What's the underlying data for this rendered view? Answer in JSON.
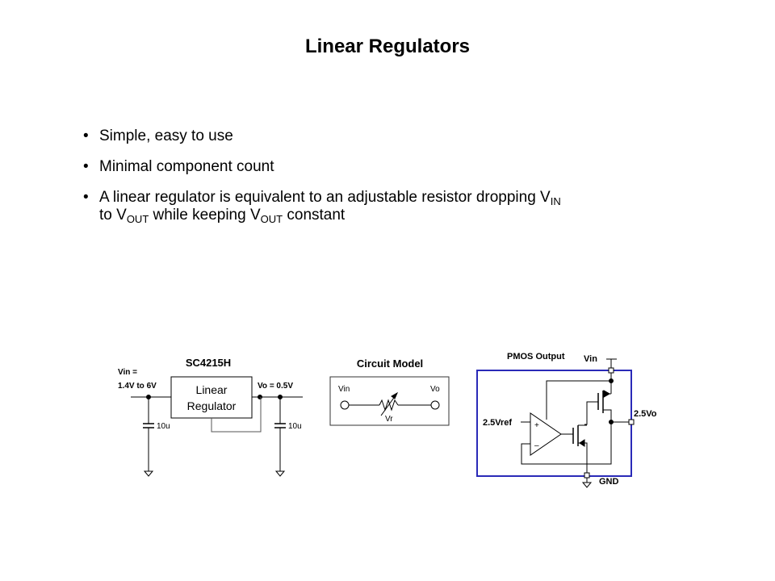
{
  "slide": {
    "title": "Linear Regulators",
    "bullet_glyph": "•",
    "bullets": [
      {
        "text": "Simple, easy to use"
      },
      {
        "text": "Minimal component count"
      },
      {
        "part1": "A linear regulator is equivalent to an adjustable resistor dropping V",
        "sub1": "IN",
        "part2": "to V",
        "sub2": "OUT",
        "part3": " while keeping V",
        "sub3": "OUT",
        "part4": " constant"
      }
    ]
  },
  "diagrams": {
    "application": {
      "title": "SC4215H",
      "vin_label_1": "Vin =",
      "vin_label_2": "1.4V to 6V",
      "vo_label": "Vo = 0.5V",
      "block_line1": "Linear",
      "block_line2": "Regulator",
      "cin_value": "10u",
      "cout_value": "10u"
    },
    "model": {
      "title": "Circuit Model",
      "vin_label": "Vin",
      "vo_label": "Vo",
      "resistor_label": "Vr"
    },
    "pmos": {
      "title": "PMOS Output",
      "vin_label": "Vin",
      "vref_label": "2.5Vref",
      "vo_label": "2.5Vo",
      "gnd_label": "GND",
      "plus_sign": "+",
      "minus_sign": "–",
      "border_color": "#2a2ab8"
    }
  }
}
